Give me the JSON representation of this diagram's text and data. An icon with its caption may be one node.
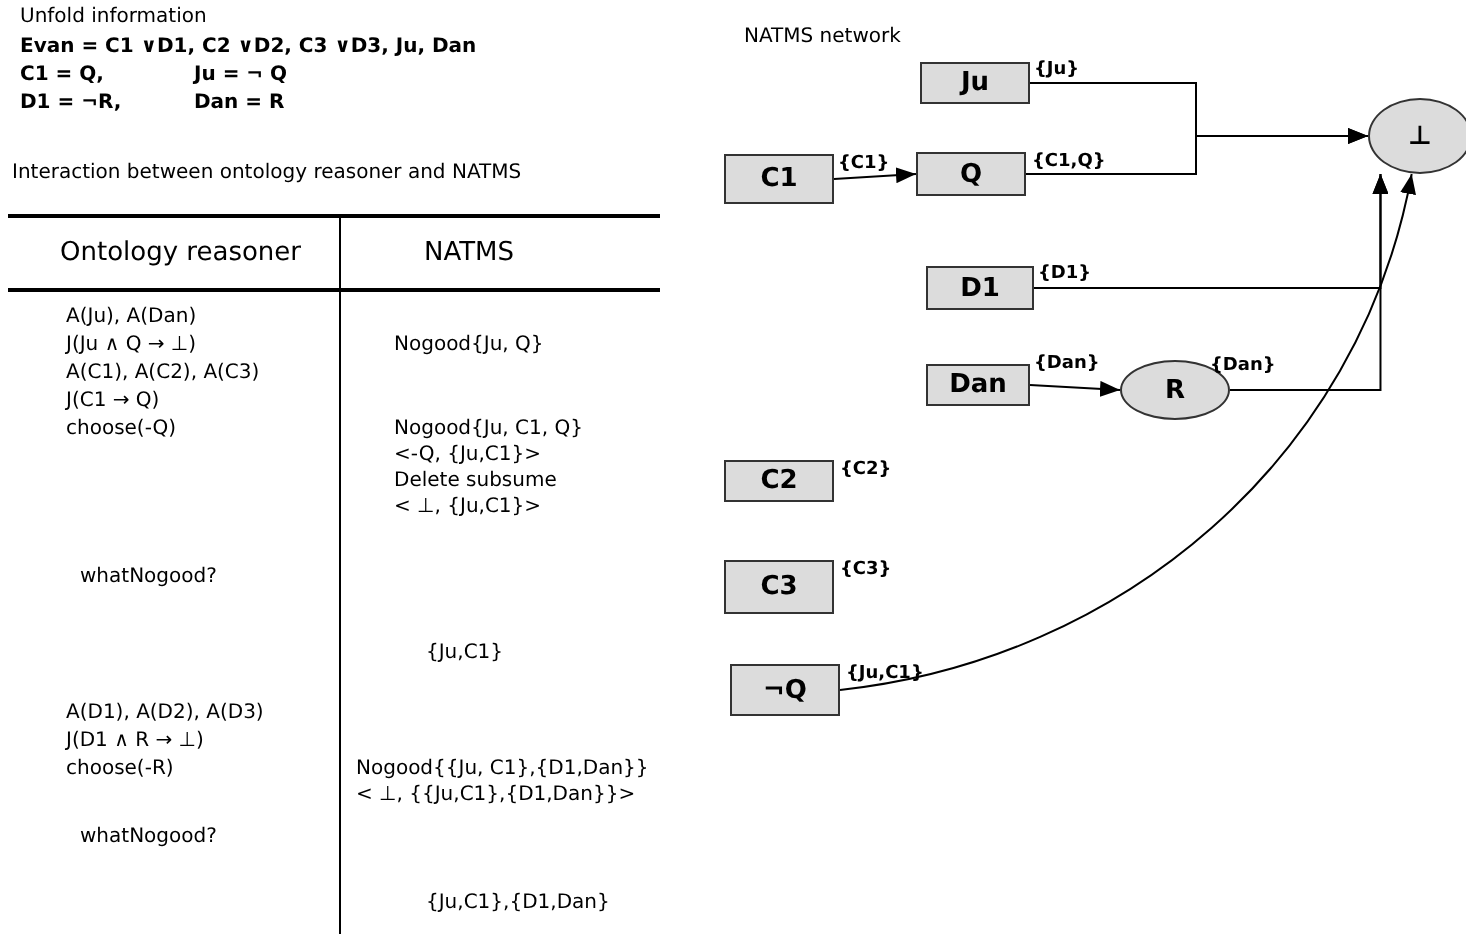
{
  "diagram": {
    "nodes": [
      {
        "text": [
          "Ju"
        ],
        "beside": [
          "{Ju}"
        ]
      },
      {
        "text": [
          "C1"
        ],
        "beside": [
          "{C1}"
        ]
      },
      {
        "text": [
          "Q"
        ],
        "beside": [
          "{C1,Q}"
        ]
      },
      {
        "text": [
          "⊥"
        ]
      },
      {
        "text": [
          "D1"
        ],
        "beside": [
          "{D1}"
        ]
      },
      {
        "text": [
          "Dan"
        ],
        "beside": [
          "{Dan}"
        ]
      },
      {
        "text": [
          "R"
        ],
        "beside": [
          "{Dan}"
        ]
      },
      {
        "text": [
          "C2"
        ],
        "beside": [
          "{C2}"
        ]
      },
      {
        "text": [
          "C3"
        ],
        "beside": [
          "{C3}"
        ]
      },
      {
        "text": [
          "¬Q"
        ],
        "beside": [
          "{Ju,C1}"
        ]
      }
    ],
    "edges": [
      {
        "from": 1,
        "to": 2,
        "arrow": "to"
      },
      {
        "from": 0,
        "to": 3,
        "arrow": "to"
      },
      {
        "from": 2,
        "to": 3,
        "arrow": "to"
      },
      {
        "from": 4,
        "to": 3,
        "arrow": "to"
      },
      {
        "from": 5,
        "to": 6,
        "arrow": "to"
      },
      {
        "from": 6,
        "to": 3,
        "arrow": "to"
      },
      {
        "from": 9,
        "to": 3,
        "arrow": "to"
      }
    ],
    "labels": [
      "Unfold information",
      "Evan = C1 ∨D1, C2 ∨D2, C3 ∨D3, Ju, Dan",
      "C1 = Q,",
      "Ju = ¬ Q",
      "D1 = ¬R,",
      "Dan = R",
      "Interaction between ontology reasoner and NATMS",
      "Ontology reasoner",
      "NATMS",
      "A(Ju), A(Dan)",
      "J(Ju ∧ Q → ⊥)",
      "Nogood{Ju, Q}",
      "A(C1), A(C2), A(C3)",
      "J(C1 → Q)",
      "choose(-Q)",
      "Nogood{Ju, C1, Q}",
      "<-Q, {Ju,C1}>",
      "Delete subsume",
      "< ⊥, {Ju,C1}>",
      "whatNogood?",
      "{Ju,C1}",
      "A(D1), A(D2), A(D3)",
      "J(D1 ∧ R → ⊥)",
      "choose(-R)",
      "Nogood{{Ju, C1},{D1,Dan}}",
      "< ⊥, {{Ju,C1},{D1,Dan}}>",
      "whatNogood?",
      "{Ju,C1},{D1,Dan}",
      "NATMS network"
    ]
  }
}
